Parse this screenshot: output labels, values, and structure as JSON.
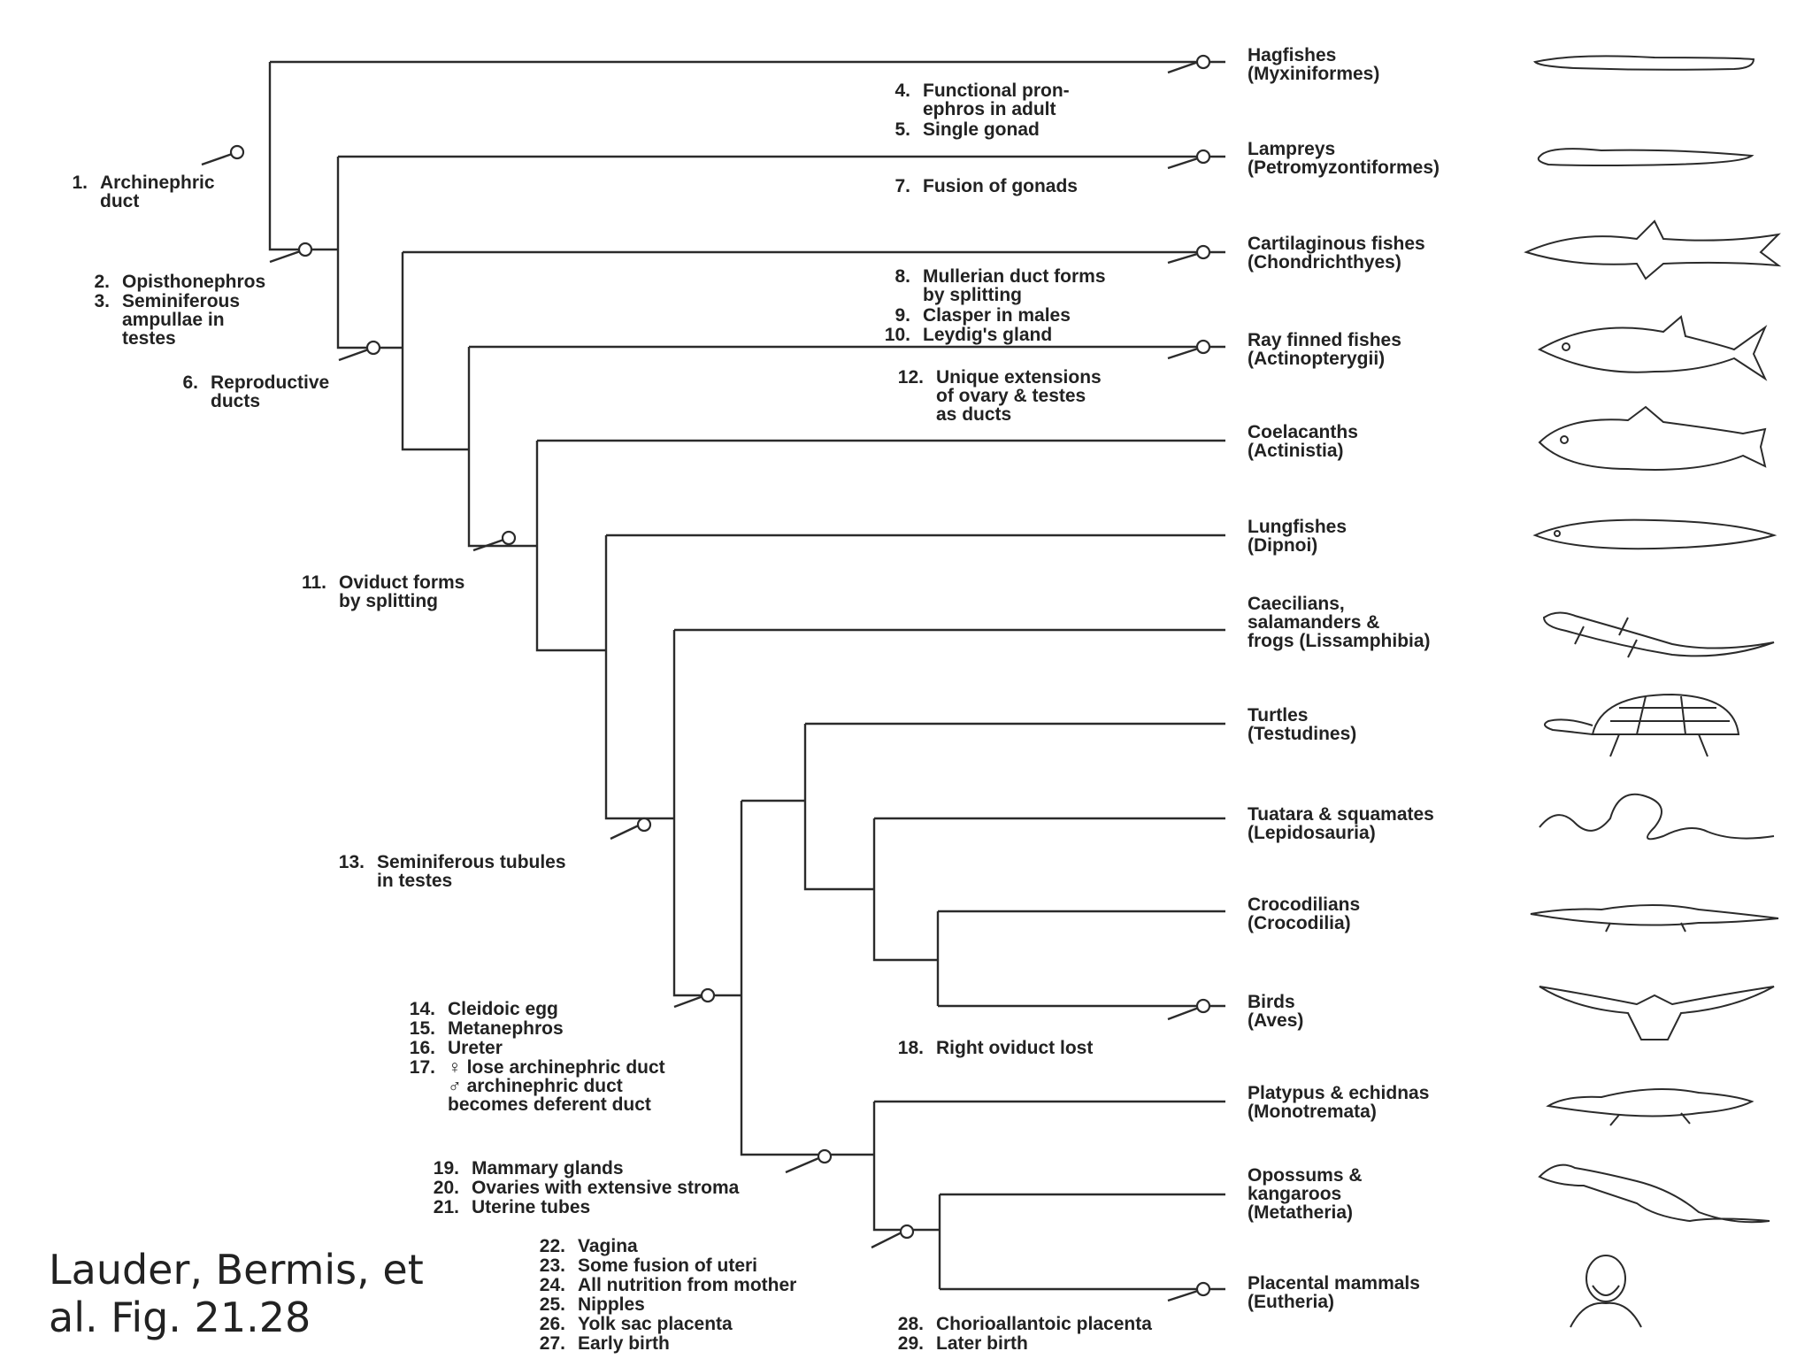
{
  "caption": [
    "Lauder, Bermis, et",
    "al. Fig. 21.28"
  ],
  "taxa": [
    {
      "common": "Hagfishes",
      "scientific": "(Myxiniformes)",
      "icon": "hagfish-icon"
    },
    {
      "common": "Lampreys",
      "scientific": "(Petromyzontiformes)",
      "icon": "lamprey-icon"
    },
    {
      "common": "Cartilaginous fishes",
      "scientific": "(Chondrichthyes)",
      "icon": "shark-icon"
    },
    {
      "common": "Ray finned fishes",
      "scientific": "(Actinopterygii)",
      "icon": "ray-finned-fish-icon"
    },
    {
      "common": "Coelacanths",
      "scientific": "(Actinistia)",
      "icon": "coelacanth-icon"
    },
    {
      "common": "Lungfishes",
      "scientific": "(Dipnoi)",
      "icon": "lungfish-icon"
    },
    {
      "common": "Caecilians,\nsalamanders &\nfrogs (Lissamphibia)",
      "scientific": "",
      "icon": "salamander-icon"
    },
    {
      "common": "Turtles",
      "scientific": "(Testudines)",
      "icon": "turtle-icon"
    },
    {
      "common": "Tuatara & squamates",
      "scientific": "(Lepidosauria)",
      "icon": "snake-icon"
    },
    {
      "common": "Crocodilians",
      "scientific": "(Crocodilia)",
      "icon": "crocodile-icon"
    },
    {
      "common": "Birds",
      "scientific": "(Aves)",
      "icon": "bird-icon"
    },
    {
      "common": "Platypus & echidnas",
      "scientific": "(Monotremata)",
      "icon": "platypus-icon"
    },
    {
      "common": "Opossums &\nkangaroos",
      "scientific": "(Metatheria)",
      "icon": "kangaroo-icon"
    },
    {
      "common": "Placental mammals",
      "scientific": "(Eutheria)",
      "icon": "human-portrait-icon"
    }
  ],
  "characters": [
    {
      "group": "c1",
      "items": [
        {
          "n": "1.",
          "t": "Archinephric\nduct"
        }
      ]
    },
    {
      "group": "c2",
      "items": [
        {
          "n": "2.",
          "t": "Opisthonephros"
        },
        {
          "n": "3.",
          "t": "Seminiferous\nampullae in\ntestes"
        }
      ]
    },
    {
      "group": "c4",
      "items": [
        {
          "n": "4.",
          "t": "Functional pron-\nephros in adult"
        },
        {
          "n": "5.",
          "t": "Single gonad"
        }
      ]
    },
    {
      "group": "c6",
      "items": [
        {
          "n": "6.",
          "t": "Reproductive\nducts"
        }
      ]
    },
    {
      "group": "c7",
      "items": [
        {
          "n": "7.",
          "t": "Fusion of gonads"
        }
      ]
    },
    {
      "group": "c8",
      "items": [
        {
          "n": "8.",
          "t": "Mullerian duct forms\nby splitting"
        },
        {
          "n": "9.",
          "t": "Clasper in males"
        },
        {
          "n": "10.",
          "t": "Leydig's gland"
        }
      ]
    },
    {
      "group": "c11",
      "items": [
        {
          "n": "11.",
          "t": "Oviduct forms\nby splitting"
        }
      ]
    },
    {
      "group": "c12",
      "items": [
        {
          "n": "12.",
          "t": "Unique extensions\nof ovary & testes\nas ducts"
        }
      ]
    },
    {
      "group": "c13",
      "items": [
        {
          "n": "13.",
          "t": "Seminiferous tubules\nin testes"
        }
      ]
    },
    {
      "group": "c14",
      "items": [
        {
          "n": "14.",
          "t": "Cleidoic egg"
        },
        {
          "n": "15.",
          "t": "Metanephros"
        },
        {
          "n": "16.",
          "t": "Ureter"
        },
        {
          "n": "17.",
          "t": "♀ lose archinephric duct\n♂ archinephric duct\nbecomes deferent duct"
        }
      ]
    },
    {
      "group": "c18",
      "items": [
        {
          "n": "18.",
          "t": "Right oviduct lost"
        }
      ]
    },
    {
      "group": "c19",
      "items": [
        {
          "n": "19.",
          "t": "Mammary glands"
        },
        {
          "n": "20.",
          "t": "Ovaries with extensive stroma"
        },
        {
          "n": "21.",
          "t": "Uterine tubes"
        }
      ]
    },
    {
      "group": "c22",
      "items": [
        {
          "n": "22.",
          "t": "Vagina"
        },
        {
          "n": "23.",
          "t": "Some fusion of uteri"
        },
        {
          "n": "24.",
          "t": "All nutrition from mother"
        },
        {
          "n": "25.",
          "t": "Nipples"
        },
        {
          "n": "26.",
          "t": "Yolk sac placenta"
        },
        {
          "n": "27.",
          "t": "Early birth"
        }
      ]
    },
    {
      "group": "c28",
      "items": [
        {
          "n": "28.",
          "t": "Chorioallantoic placenta"
        },
        {
          "n": "29.",
          "t": "Later birth"
        }
      ]
    }
  ]
}
